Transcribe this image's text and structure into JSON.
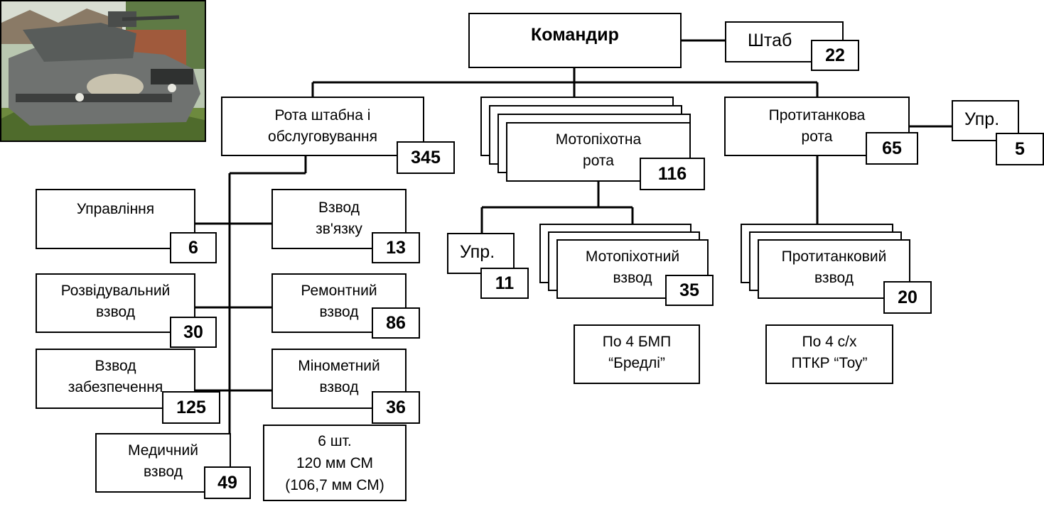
{
  "commander": {
    "label": "Командир"
  },
  "staff": {
    "label": "Штаб",
    "count": "22"
  },
  "hq_company": {
    "line1": "Рота штабна і",
    "line2": "обслуговування",
    "count": "345"
  },
  "mech_company": {
    "line1": "Мотопіхотна",
    "line2": "рота",
    "count": "116"
  },
  "at_company": {
    "line1": "Протитанкова",
    "line2": "рота",
    "count": "65"
  },
  "at_control": {
    "label": "Упр.",
    "count": "5"
  },
  "mgmt": {
    "label": "Управління",
    "count": "6"
  },
  "signal_platoon": {
    "line1": "Взвод",
    "line2": "зв'язку",
    "count": "13"
  },
  "recon_platoon": {
    "line1": "Розвідувальний",
    "line2": "взвод",
    "count": "30"
  },
  "repair_platoon": {
    "line1": "Ремонтний",
    "line2": "взвод",
    "count": "86"
  },
  "supply_platoon": {
    "line1": "Взвод",
    "line2": "забезпечення",
    "count": "125"
  },
  "mortar_platoon": {
    "line1": "Мінометний",
    "line2": "взвод",
    "count": "36"
  },
  "medical_platoon": {
    "line1": "Медичний",
    "line2": "взвод",
    "count": "49"
  },
  "mortar_note": {
    "line1": "6 шт.",
    "line2": "120 мм СМ",
    "line3": "(106,7 мм СМ)"
  },
  "mech_control": {
    "label": "Упр.",
    "count": "11"
  },
  "mech_platoon": {
    "line1": "Мотопіхотний",
    "line2": "взвод",
    "count": "35"
  },
  "mech_note": {
    "line1": "По 4 БМП",
    "line2": "“Бредлі”"
  },
  "at_platoon": {
    "line1": "Протитанковий",
    "line2": "взвод",
    "count": "20"
  },
  "at_note": {
    "line1": "По 4 с/х",
    "line2": "ПТКР “Тоу”"
  }
}
